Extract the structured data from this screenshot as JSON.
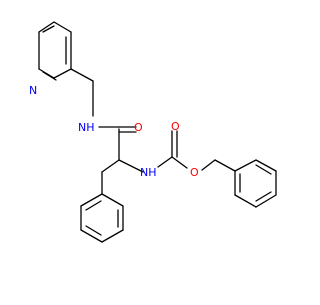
{
  "molecule": {
    "colors": {
      "bond": "#000000",
      "nitrogen": "#0000ff",
      "oxygen": "#ff0000",
      "background": "#ffffff"
    },
    "atom_labels": {
      "pyridine_n": "N",
      "amide_nh": "NH",
      "amide_o": "O",
      "carbamate_nh": "NH",
      "carbamate_o_double": "O",
      "carbamate_o_ester": "O"
    }
  }
}
